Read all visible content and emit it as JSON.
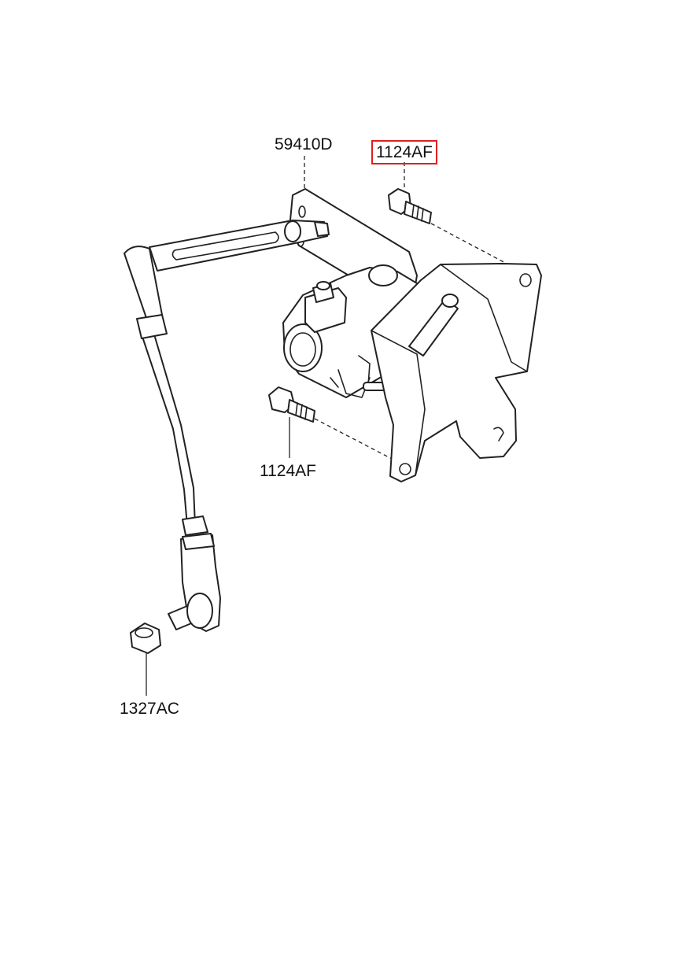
{
  "diagram": {
    "callouts": [
      {
        "id": "sensor-assembly",
        "text": "59410D",
        "highlighted": false
      },
      {
        "id": "bolt-top",
        "text": "1124AF",
        "highlighted": true
      },
      {
        "id": "bolt-bottom",
        "text": "1124AF",
        "highlighted": false
      },
      {
        "id": "nut",
        "text": "1327AC",
        "highlighted": false
      }
    ],
    "highlight_color": "#e02020"
  }
}
